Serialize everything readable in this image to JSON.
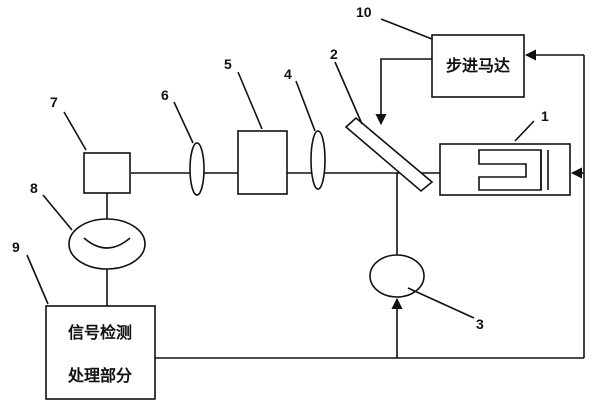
{
  "components": {
    "stepper_motor": {
      "number": "10",
      "text": "步进马达"
    },
    "sample_cell": {
      "number": "1"
    },
    "mirror": {
      "number": "2"
    },
    "detector_lower": {
      "number": "3"
    },
    "lens_right": {
      "number": "4"
    },
    "filter_box": {
      "number": "5"
    },
    "lens_left": {
      "number": "6"
    },
    "small_box": {
      "number": "7"
    },
    "detector_left": {
      "number": "8"
    },
    "signal_unit": {
      "number": "9",
      "line1": "信号检测",
      "line2": "处理部分"
    }
  }
}
